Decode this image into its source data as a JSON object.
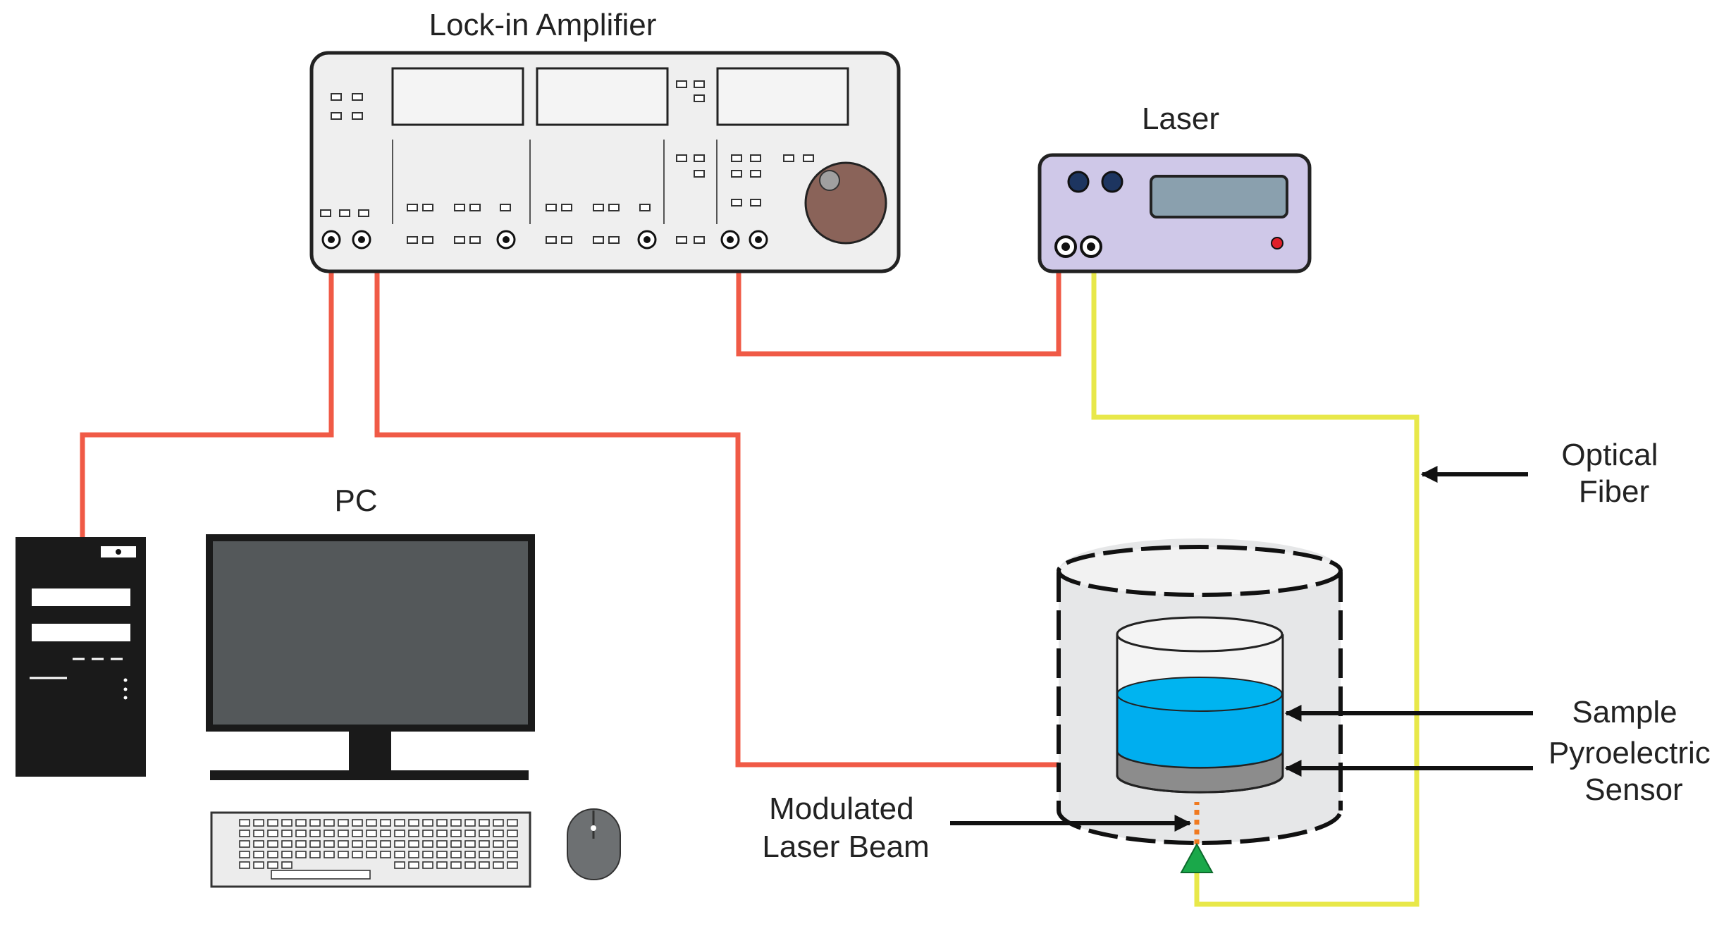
{
  "labels": {
    "lockin": "Lock-in Amplifier",
    "laser": "Laser",
    "pc": "PC",
    "optical_fiber_1": "Optical",
    "optical_fiber_2": "Fiber",
    "sample": "Sample",
    "pyro_1": "Pyroelectric",
    "pyro_2": "Sensor",
    "beam_1": "Modulated",
    "beam_2": "Laser Beam"
  },
  "colors": {
    "signal_cable": "#f05a46",
    "optical_fiber": "#e8e84a",
    "sample_liquid": "#00aeef",
    "sensor": "#8c8c8c",
    "laser_body": "#cfc8e8",
    "laser_display": "#8aa0ae",
    "lockin_body": "#efefef",
    "knob": "#8a6359",
    "tower": "#1a1a1a",
    "monitor_screen": "#54585a",
    "beam_dots": "#f07a20",
    "beam_arrow": "#1aa84a",
    "indicator_led": "#e0202a"
  }
}
